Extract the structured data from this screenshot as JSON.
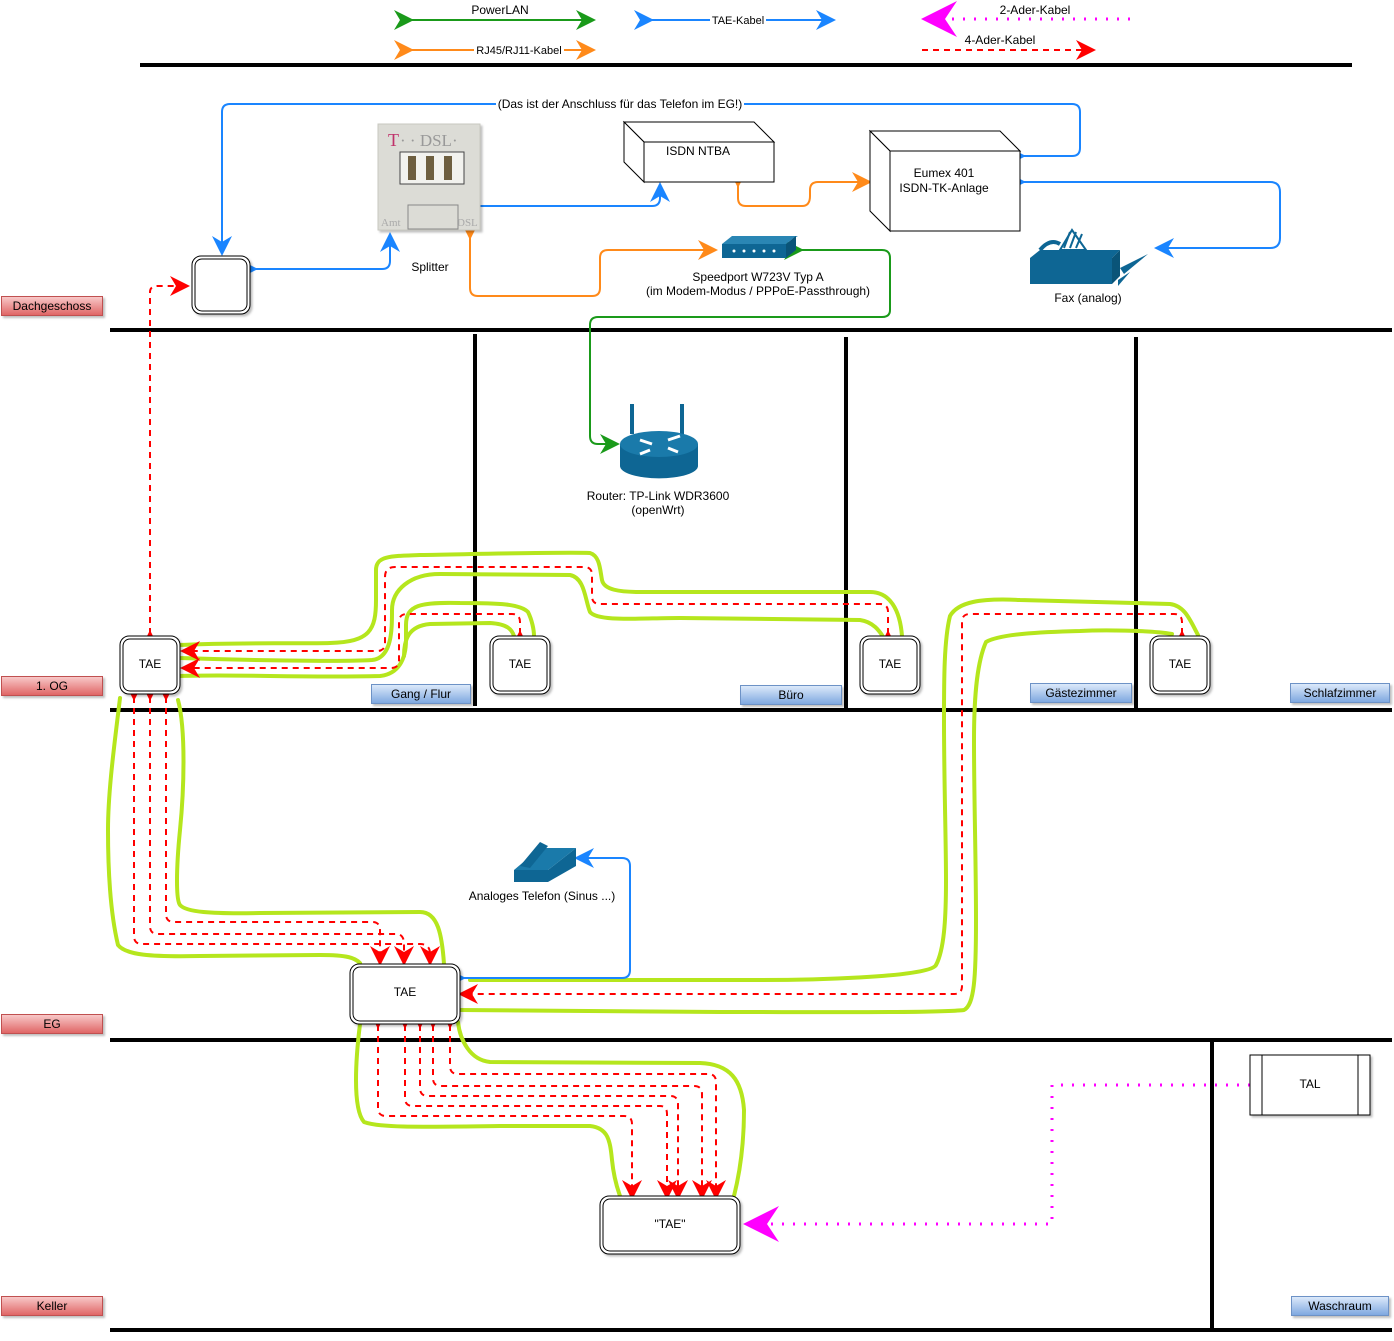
{
  "legend": {
    "powerlan": "PowerLAN",
    "tae_kabel": "TAE-Kabel",
    "zwei_ader": "2-Ader-Kabel",
    "rj45": "RJ45/RJ11-Kabel",
    "vier_ader": "4-Ader-Kabel"
  },
  "colors": {
    "powerlan": "#1a9a1a",
    "tae": "#1a85ff",
    "rj45": "#ff8a1a",
    "zwei_ader": "#ff00ff",
    "vier_ader": "#ff0000",
    "highlight": "#b5e61d",
    "device_blue": "#0e6694"
  },
  "floors": {
    "dachgeschoss": "Dachgeschoss",
    "og1": "1. OG",
    "eg": "EG",
    "keller": "Keller"
  },
  "rooms": {
    "gang": "Gang / Flur",
    "buero": "Büro",
    "gaeste": "Gästezimmer",
    "schlaf": "Schlafzimmer",
    "wasch": "Waschraum"
  },
  "devices": {
    "splitter": "Splitter",
    "splitter_brand_t": "T",
    "splitter_brand_dsl": "· · DSL·",
    "splitter_amt": "Amt",
    "splitter_dsl": "DSL",
    "ntba": "ISDN NTBA",
    "eumex_line1": "Eumex 401",
    "eumex_line2": "ISDN-TK-Anlage",
    "fax": "Fax (analog)",
    "speedport_line1": "Speedport W723V Typ A",
    "speedport_line2": "(im Modem-Modus / PPPoE-Passthrough)",
    "router_line1": "Router: TP-Link WDR3600",
    "router_line2": "(openWrt)",
    "phone": "Analoges Telefon (Sinus ...)",
    "tae_og_gang": "TAE",
    "tae_og_buero": "TAE",
    "tae_og_gaeste": "TAE",
    "tae_og_schlaf": "TAE",
    "tae_eg": "TAE",
    "tae_keller": "\"TAE\"",
    "tal": "TAL"
  },
  "notes": {
    "eg_phone_line": "(Das ist der Anschluss für das Telefon im EG!)"
  }
}
